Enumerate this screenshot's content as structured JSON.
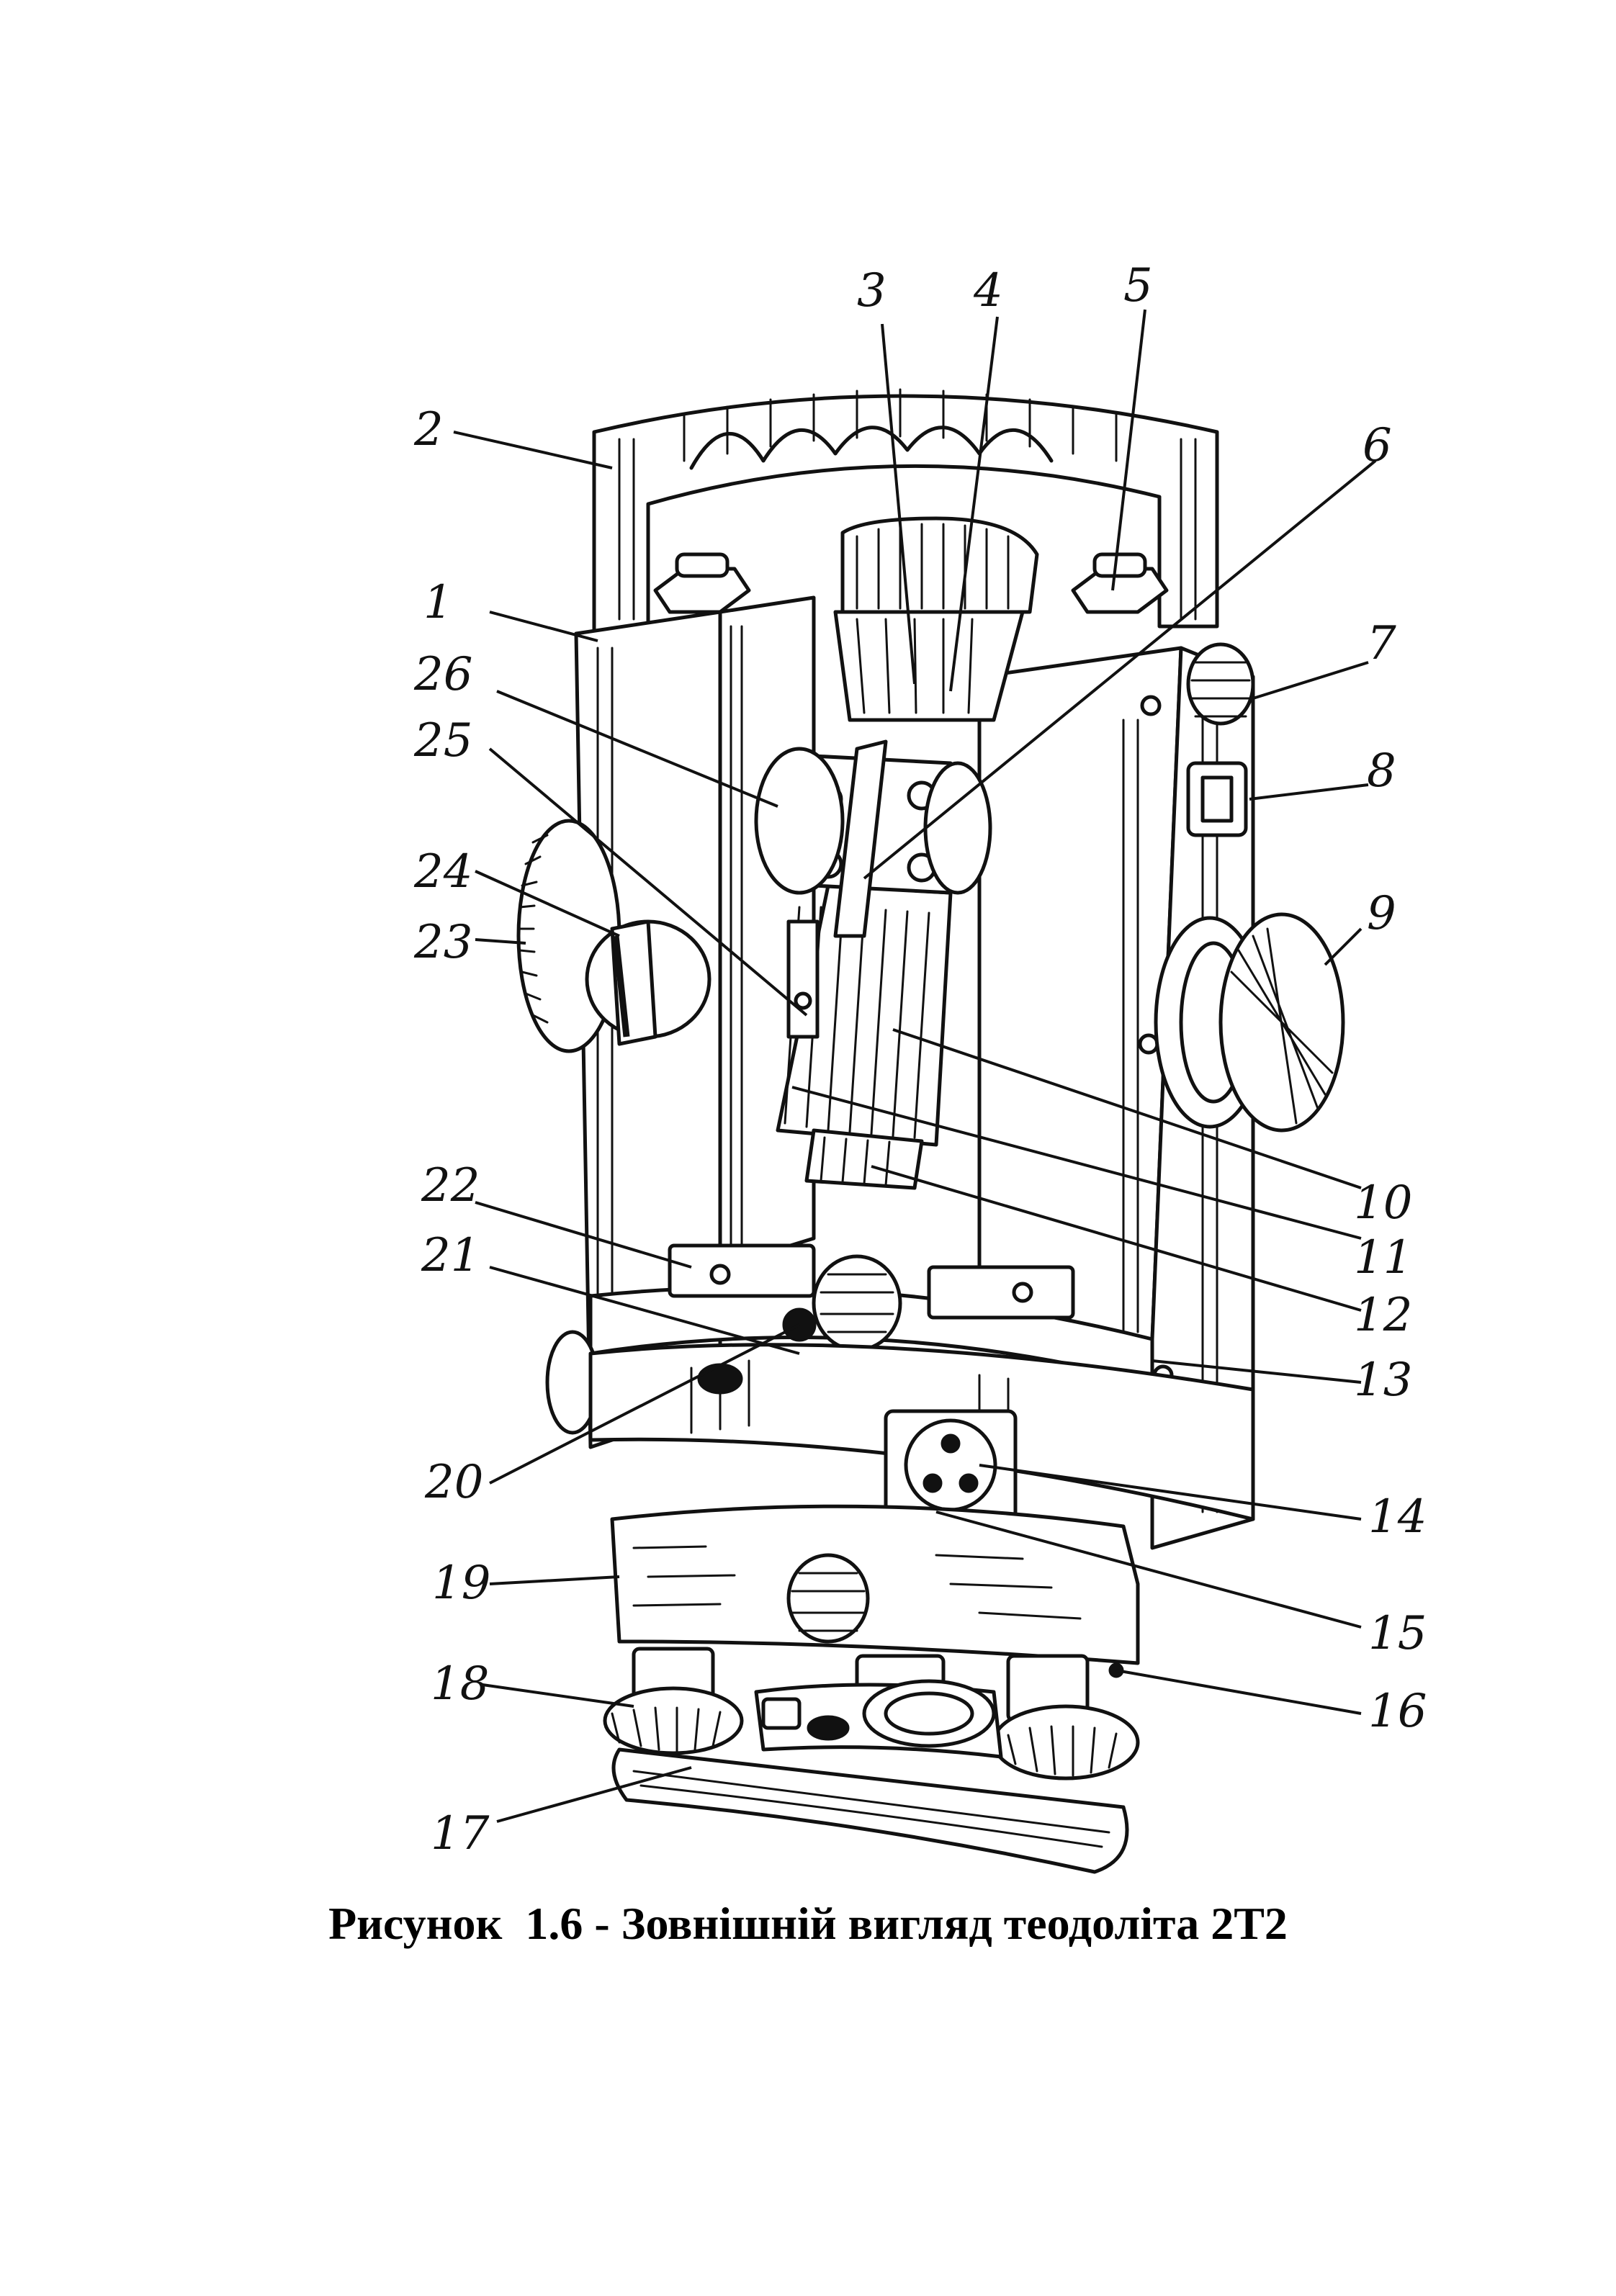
{
  "caption": {
    "prefix": "Рисунок",
    "number": "1.6",
    "separator": "-",
    "text": "Зовнішній вигляд теодоліта 2Т2"
  },
  "labels": [
    "1",
    "2",
    "3",
    "4",
    "5",
    "6",
    "7",
    "8",
    "9",
    "10",
    "11",
    "12",
    "13",
    "14",
    "15",
    "16",
    "17",
    "18",
    "19",
    "20",
    "21",
    "22",
    "23",
    "24",
    "25",
    "26"
  ]
}
